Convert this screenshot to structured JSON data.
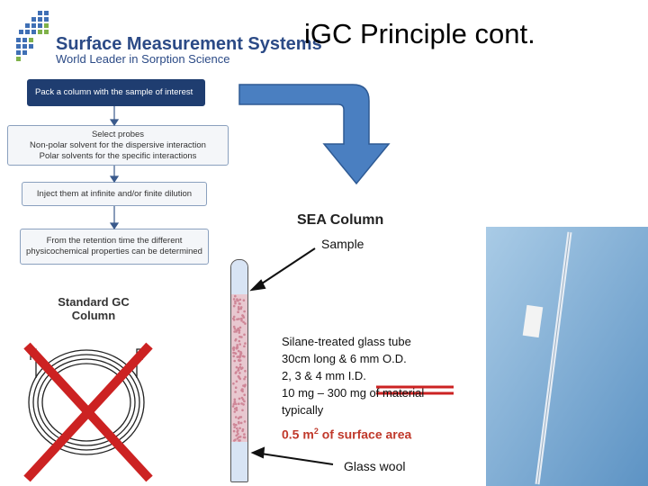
{
  "header": {
    "logo_title": "Surface Measurement Systems",
    "logo_subtitle": "World Leader in Sorption Science",
    "slide_title": "iGC Principle cont."
  },
  "flowchart": {
    "step_1": "Pack a column with the sample of interest",
    "step_2_line_1": "Select probes",
    "step_2_line_2": "Non-polar solvent for the dispersive interaction",
    "step_2_line_3": "Polar solvents for the specific interactions",
    "step_3": "Inject them at infinite and/or finite dilution",
    "step_4_line_1": "From the retention time the different",
    "step_4_line_2": "physicochemical properties can be determined"
  },
  "gc_column": {
    "label_line_1": "Standard GC",
    "label_line_2": "Column"
  },
  "sea_column": {
    "title": "SEA Column",
    "sample_label": "Sample",
    "description": [
      "Silane-treated glass tube",
      "30cm long & 6 mm O.D.",
      "2, 3 & 4 mm I.D.",
      "10 mg – 300 mg of material",
      "typically"
    ],
    "surface_area_value": "0.5 m",
    "surface_area_exp": "2",
    "surface_area_rest": " of surface area",
    "glass_wool_label": "Glass wool"
  },
  "colors": {
    "brand_blue": "#2b4a86",
    "dark_box": "#1f3d70",
    "arrow_blue": "#4a7fc1",
    "cross_red": "#cc2222",
    "highlight_red": "#c0392b"
  }
}
